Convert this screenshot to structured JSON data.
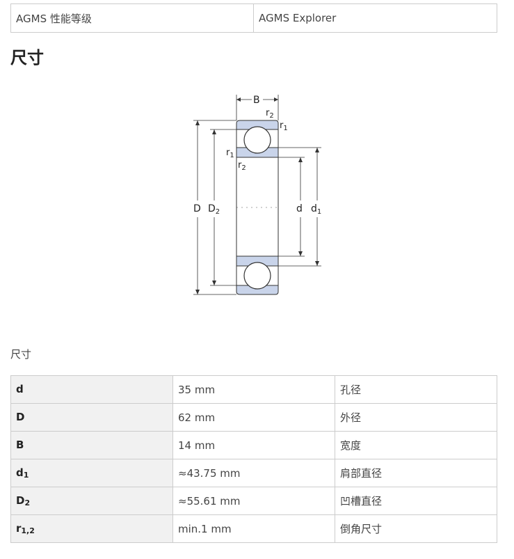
{
  "header_table": {
    "left": "AGMS 性能等级",
    "right": "AGMS Explorer"
  },
  "section": {
    "title": "尺寸"
  },
  "diagram": {
    "labels": {
      "B": "B",
      "r": "r",
      "sub1": "1",
      "sub2": "2",
      "D": "D",
      "d": "d"
    },
    "colors": {
      "race_fill": "#c9d4ea",
      "outline": "#333333"
    }
  },
  "dimensions": {
    "caption": "尺寸",
    "rows": [
      {
        "sym": "d",
        "sub": "",
        "value": "35 mm",
        "desc": "孔径"
      },
      {
        "sym": "D",
        "sub": "",
        "value": "62 mm",
        "desc": "外径"
      },
      {
        "sym": "B",
        "sub": "",
        "value": "14 mm",
        "desc": "宽度"
      },
      {
        "sym": "d",
        "sub": "1",
        "value": "≈43.75 mm",
        "desc": "肩部直径"
      },
      {
        "sym": "D",
        "sub": "2",
        "value": "≈55.61 mm",
        "desc": "凹槽直径"
      },
      {
        "sym": "r",
        "sub": "1,2",
        "value": "min.1 mm",
        "desc": "倒角尺寸"
      }
    ]
  }
}
